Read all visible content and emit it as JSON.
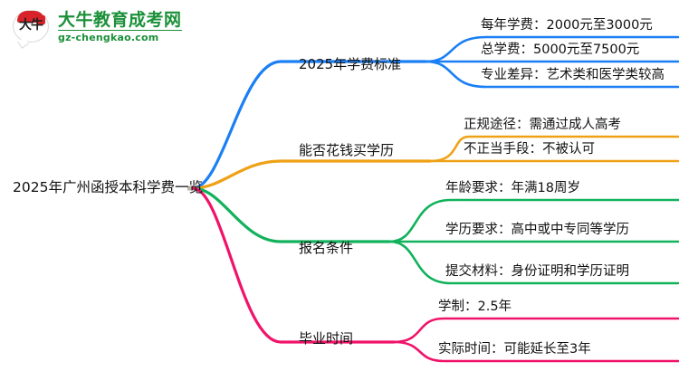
{
  "logo": {
    "mark_text": "大牛",
    "title": "大牛教育成考网",
    "subtitle": "gz-chengkao.com",
    "brand_color": "#1a9038",
    "accent_color": "#d8232a"
  },
  "mindmap": {
    "root": {
      "label": "2025年广州函授本科学费一览"
    },
    "branches": [
      {
        "label": "2025年学费标准",
        "color": "#1a7ff5",
        "children": [
          {
            "label": "每年学费：2000元至3000元"
          },
          {
            "label": "总学费：5000元至7500元"
          },
          {
            "label": "专业差异：艺术类和医学类较高"
          }
        ]
      },
      {
        "label": "能否花钱买学历",
        "color": "#efa116",
        "children": [
          {
            "label": "正规途径：需通过成人高考"
          },
          {
            "label": "不正当手段：不被认可"
          }
        ]
      },
      {
        "label": "报名条件",
        "color": "#11b25b",
        "children": [
          {
            "label": "年龄要求：年满18周岁"
          },
          {
            "label": "学历要求：高中或中专同等学历"
          },
          {
            "label": "提交材料：身份证明和学历证明"
          }
        ]
      },
      {
        "label": "毕业时间",
        "color": "#f0136a",
        "children": [
          {
            "label": "学制：2.5年"
          },
          {
            "label": "实际时间：可能延长至3年"
          }
        ]
      }
    ]
  }
}
